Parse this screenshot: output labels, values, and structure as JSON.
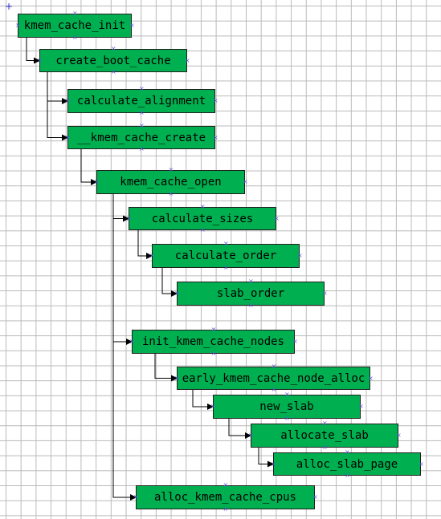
{
  "colors": {
    "node_fill": "#00b050",
    "node_border": "#1f1f1f",
    "connector": "#000000",
    "grid": "#b9b9b9"
  },
  "nodes": [
    {
      "id": "kmem_cache_init",
      "label": "kmem_cache_init"
    },
    {
      "id": "create_boot_cache",
      "label": "create_boot_cache"
    },
    {
      "id": "calculate_alignment",
      "label": "calculate_alignment"
    },
    {
      "id": "__kmem_cache_create",
      "label": "__kmem_cache_create"
    },
    {
      "id": "kmem_cache_open",
      "label": "kmem_cache_open"
    },
    {
      "id": "calculate_sizes",
      "label": "calculate_sizes"
    },
    {
      "id": "calculate_order",
      "label": "calculate_order"
    },
    {
      "id": "slab_order",
      "label": "slab_order"
    },
    {
      "id": "init_kmem_cache_nodes",
      "label": "init_kmem_cache_nodes"
    },
    {
      "id": "early_kmem_cache_node_alloc",
      "label": "early_kmem_cache_node_alloc"
    },
    {
      "id": "new_slab",
      "label": "new_slab"
    },
    {
      "id": "allocate_slab",
      "label": "allocate_slab"
    },
    {
      "id": "alloc_slab_page",
      "label": "alloc_slab_page"
    },
    {
      "id": "alloc_kmem_cache_cpus",
      "label": "alloc_kmem_cache_cpus"
    }
  ],
  "edges": [
    [
      "kmem_cache_init",
      "create_boot_cache"
    ],
    [
      "create_boot_cache",
      "calculate_alignment"
    ],
    [
      "create_boot_cache",
      "__kmem_cache_create"
    ],
    [
      "__kmem_cache_create",
      "kmem_cache_open"
    ],
    [
      "kmem_cache_open",
      "calculate_sizes"
    ],
    [
      "calculate_sizes",
      "calculate_order"
    ],
    [
      "calculate_order",
      "slab_order"
    ],
    [
      "kmem_cache_open",
      "init_kmem_cache_nodes"
    ],
    [
      "init_kmem_cache_nodes",
      "early_kmem_cache_node_alloc"
    ],
    [
      "early_kmem_cache_node_alloc",
      "new_slab"
    ],
    [
      "new_slab",
      "allocate_slab"
    ],
    [
      "allocate_slab",
      "alloc_slab_page"
    ],
    [
      "kmem_cache_open",
      "alloc_kmem_cache_cpus"
    ]
  ]
}
